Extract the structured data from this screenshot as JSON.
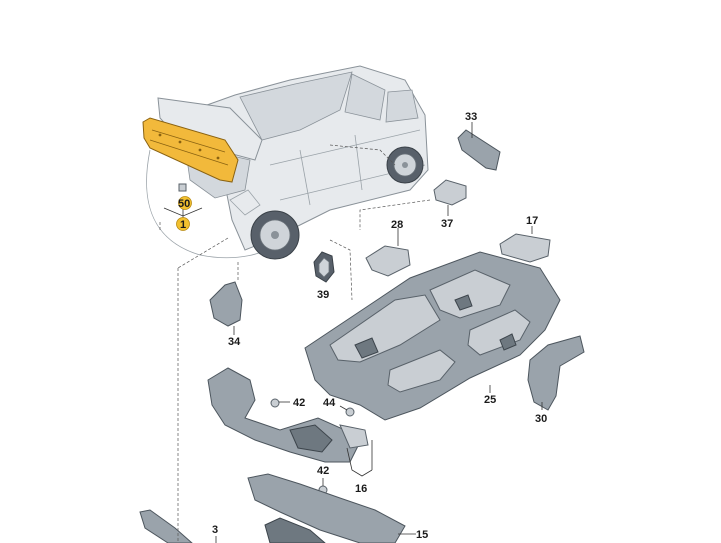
{
  "labels": {
    "l33": "33",
    "l17": "17",
    "l28": "28",
    "l37": "37",
    "l50": "50",
    "l1": "1",
    "l39": "39",
    "l34": "34",
    "l25": "25",
    "l30": "30",
    "l42a": "42",
    "l44": "44",
    "l16": "16",
    "l42b": "42",
    "l3": "3",
    "l15": "15"
  },
  "colors": {
    "highlight": "#f2b93b",
    "part": "#9aa3ab",
    "car": "#e7eaed"
  }
}
